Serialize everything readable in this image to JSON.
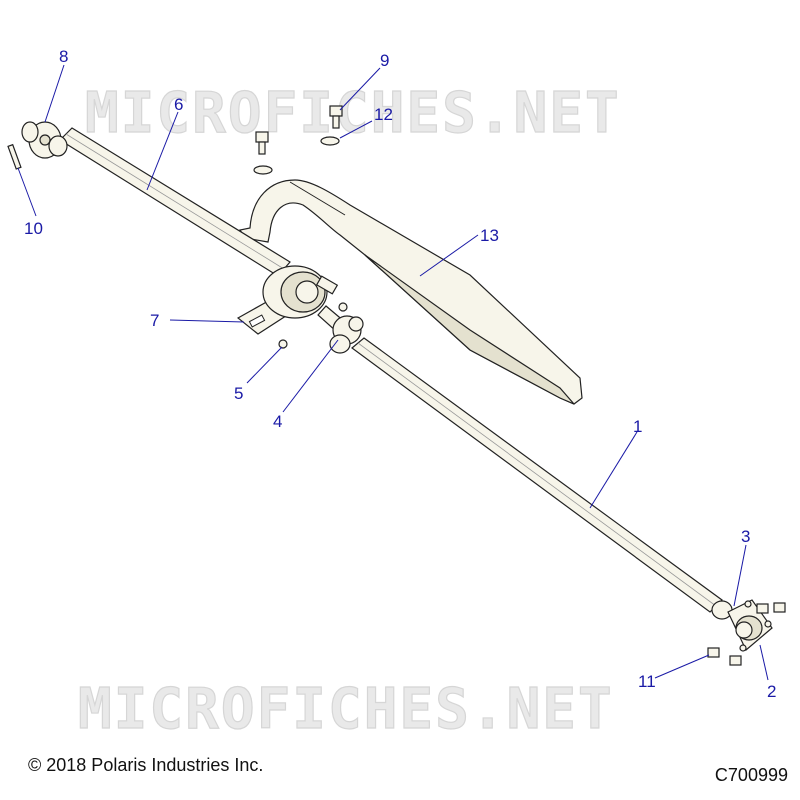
{
  "watermark": "MICROFICHES.NET",
  "copyright": "© 2018 Polaris Industries Inc.",
  "diagram_code": "C700999",
  "callouts": {
    "c1": "1",
    "c2": "2",
    "c3": "3",
    "c4": "4",
    "c5": "5",
    "c6": "6",
    "c7": "7",
    "c8": "8",
    "c9": "9",
    "c10": "10",
    "c11": "11",
    "c12": "12",
    "c13": "13"
  },
  "colors": {
    "callout": "#1a1aa6",
    "part_fill": "#f7f5ea",
    "line": "#222222"
  }
}
